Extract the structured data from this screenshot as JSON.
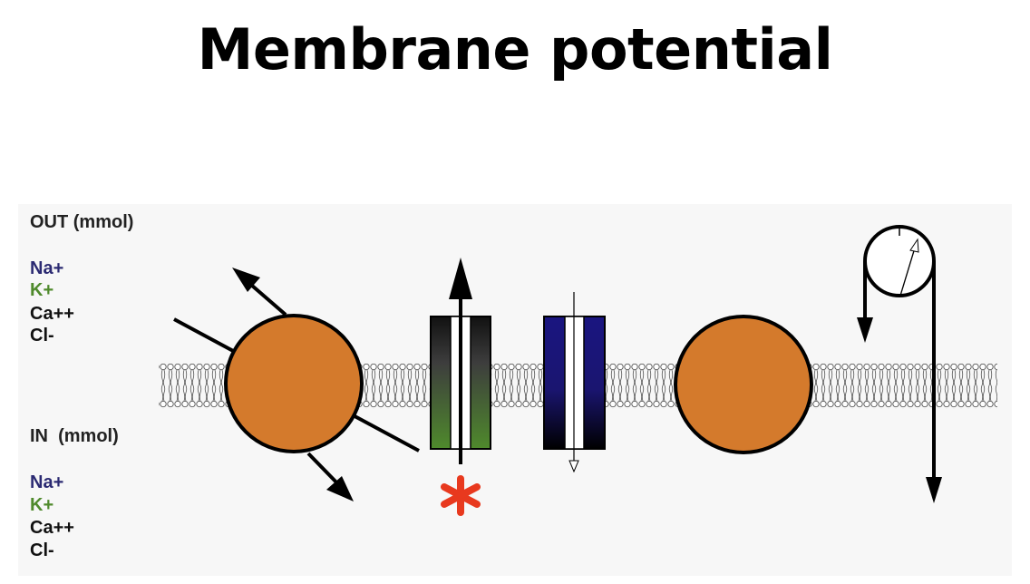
{
  "title": "Membrane potential",
  "out_panel": {
    "header": "OUT (mmol)",
    "ions": [
      "Na+",
      "K+",
      "Ca++",
      "Cl-"
    ]
  },
  "in_panel": {
    "header": "IN  (mmol)",
    "ions": [
      "Na+",
      "K+",
      "Ca++",
      "Cl-"
    ]
  },
  "colors": {
    "na": "#2b2a72",
    "k": "#4f8a2c",
    "transporter": "#d47a2c",
    "k_channel": "#4f8a2c",
    "na_channel": "#1a1580",
    "asterisk": "#e8391e"
  },
  "icons": [
    "transporter-circle",
    "k-channel",
    "na-channel",
    "pump-circle",
    "voltmeter-dial",
    "asterisk-mark"
  ]
}
